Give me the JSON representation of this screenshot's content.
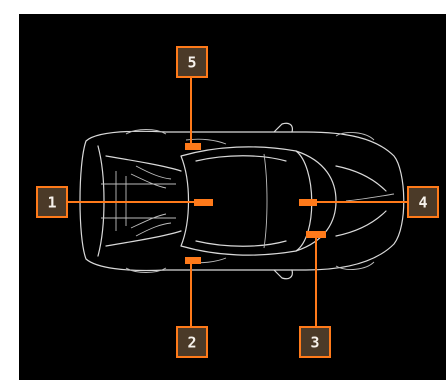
{
  "diagram": {
    "colors": {
      "background": "#000000",
      "accent": "#ff7a1a",
      "box_fill": "#4b3a28",
      "outline": "#d9d9d9"
    },
    "callouts": [
      {
        "id": "1",
        "label": "1"
      },
      {
        "id": "2",
        "label": "2"
      },
      {
        "id": "3",
        "label": "3"
      },
      {
        "id": "4",
        "label": "4"
      },
      {
        "id": "5",
        "label": "5"
      }
    ]
  }
}
